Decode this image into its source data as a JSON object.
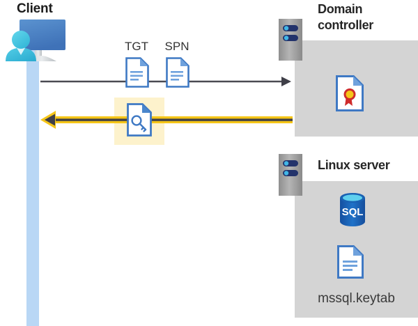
{
  "diagram": {
    "title_client": "Client",
    "labels": {
      "tgt": "TGT",
      "spn": "SPN",
      "domain_controller": "Domain controller",
      "linux_server": "Linux server",
      "keytab_file": "mssql.keytab"
    },
    "icons": {
      "client": "client-workstation-icon",
      "tgt_doc": "document-icon",
      "spn_doc": "document-icon",
      "key_doc": "key-document-icon",
      "certificate": "certificate-document-icon",
      "sql_database": "sql-database-icon",
      "keytab_doc": "document-icon",
      "dc_server": "server-rack-icon",
      "linux_server": "server-rack-icon",
      "request_arrow": "arrow-right-icon",
      "response_arrow": "arrow-left-icon"
    },
    "colors": {
      "lifeline": "#b9d7f5",
      "panel_gray": "#d4d4d4",
      "highlight_yellow": "#fdf2cc",
      "arrow_gold": "#f5c518",
      "arrow_dark": "#3f3f48",
      "doc_blue": "#3f79c4",
      "doc_blue_light": "#6fa2dd",
      "server_gray": "#9b9b9b",
      "server_bar_navy": "#23336b",
      "server_led": "#41b6e6",
      "sql_blue": "#1a62b3",
      "sql_top": "#3fbbe6",
      "seal_gold": "#f5c518",
      "seal_red": "#cf2b2b",
      "monitor_blue": "#4a7fc1",
      "person_cyan": "#41c4e0",
      "text_dark": "#1c1c1c"
    }
  }
}
